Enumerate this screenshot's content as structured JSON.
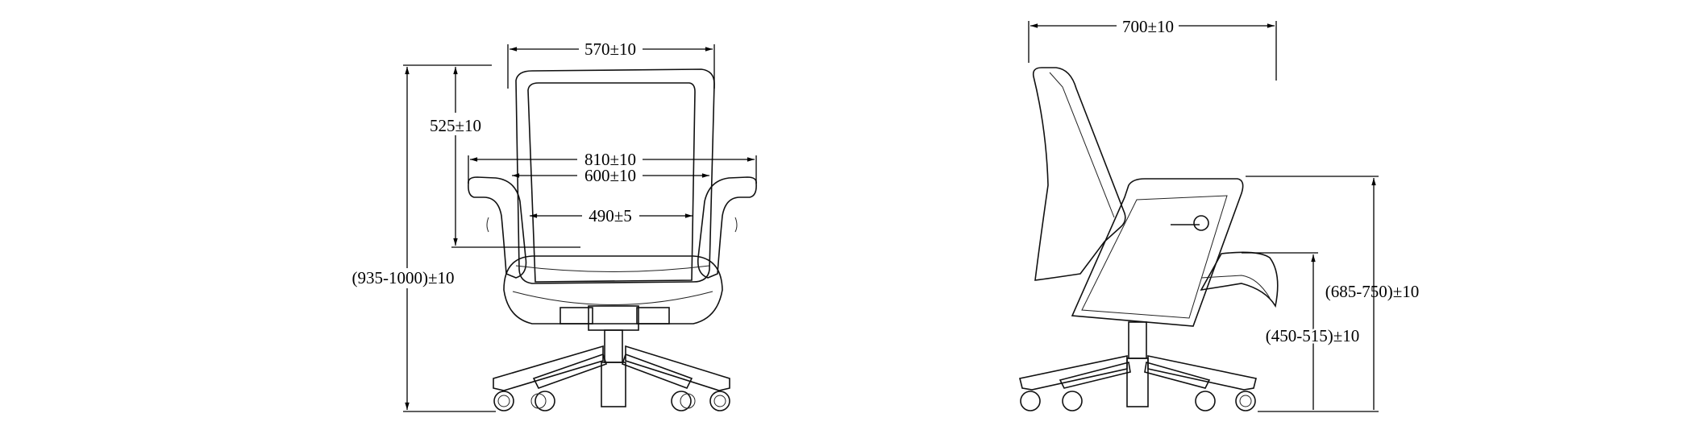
{
  "front_view": {
    "dimensions": {
      "backrest_width": "570±10",
      "backrest_height": "525±10",
      "overall_width": "810±10",
      "inner_arm_width": "600±10",
      "seat_width": "490±5",
      "overall_height": "(935-1000)±10"
    }
  },
  "side_view": {
    "dimensions": {
      "overall_depth": "700±10",
      "arm_height": "(685-750)±10",
      "seat_height": "(450-515)±10"
    }
  },
  "colors": {
    "line": "#000000",
    "background": "#ffffff"
  }
}
